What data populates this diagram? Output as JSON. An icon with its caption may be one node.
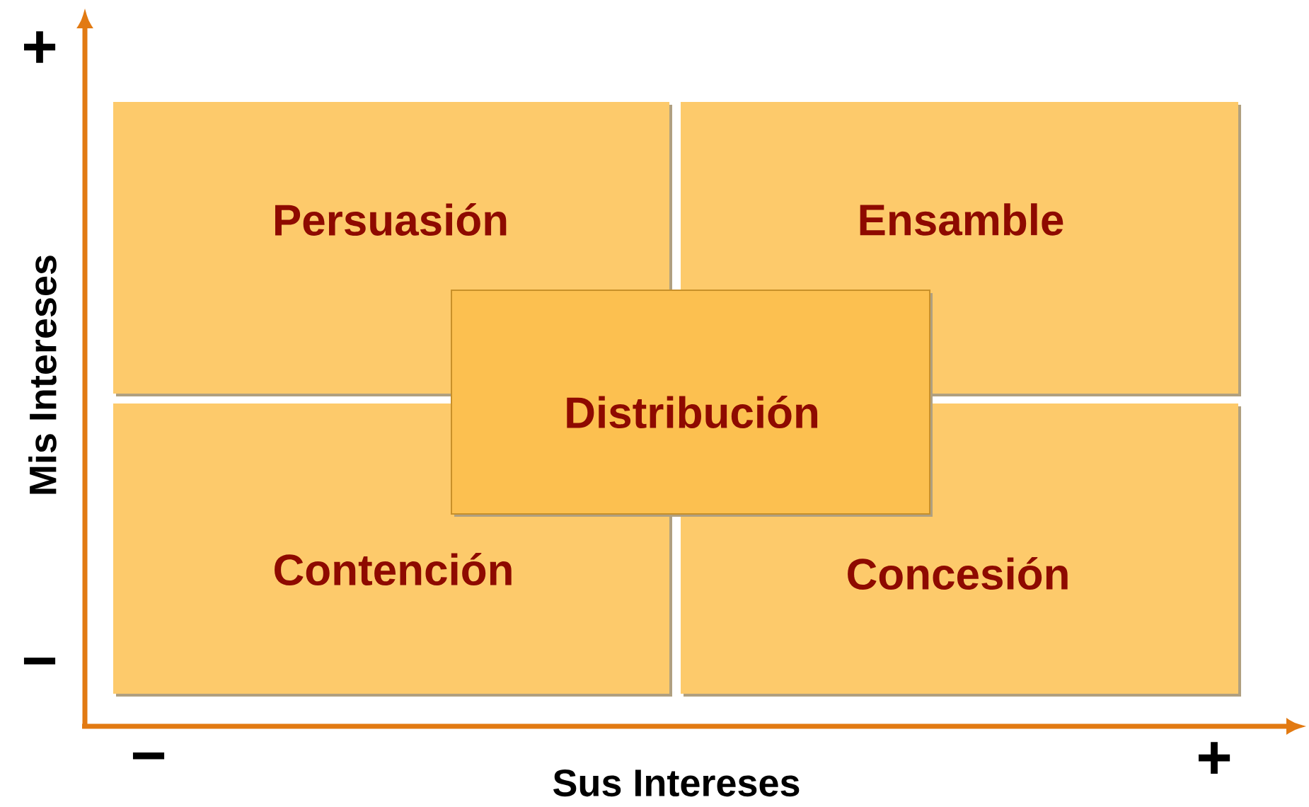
{
  "diagram": {
    "nodes": [
      {
        "text": [
          "Persuasión"
        ]
      },
      {
        "text": [
          "Ensamble"
        ]
      },
      {
        "text": [
          "Contención"
        ]
      },
      {
        "text": [
          "Concesión"
        ]
      },
      {
        "text": [
          "Distribución"
        ]
      }
    ],
    "labels": [
      "+",
      "Mis Intereses",
      "−",
      "−",
      "Sus Intereses",
      "+"
    ]
  }
}
